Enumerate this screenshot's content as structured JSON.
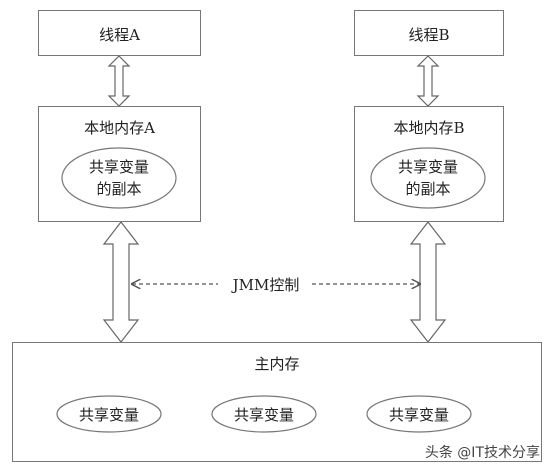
{
  "thread_a": {
    "label": "线程A"
  },
  "thread_b": {
    "label": "线程B"
  },
  "local_a": {
    "title": "本地内存A",
    "copy_line1": "共享变量",
    "copy_line2": "的副本"
  },
  "local_b": {
    "title": "本地内存B",
    "copy_line1": "共享变量",
    "copy_line2": "的副本"
  },
  "jmm": {
    "label": "JMM控制"
  },
  "main_memory": {
    "title": "主内存",
    "variables": [
      "共享变量",
      "共享变量",
      "共享变量"
    ]
  },
  "watermark": {
    "text": "头条 @IT技术分享"
  }
}
